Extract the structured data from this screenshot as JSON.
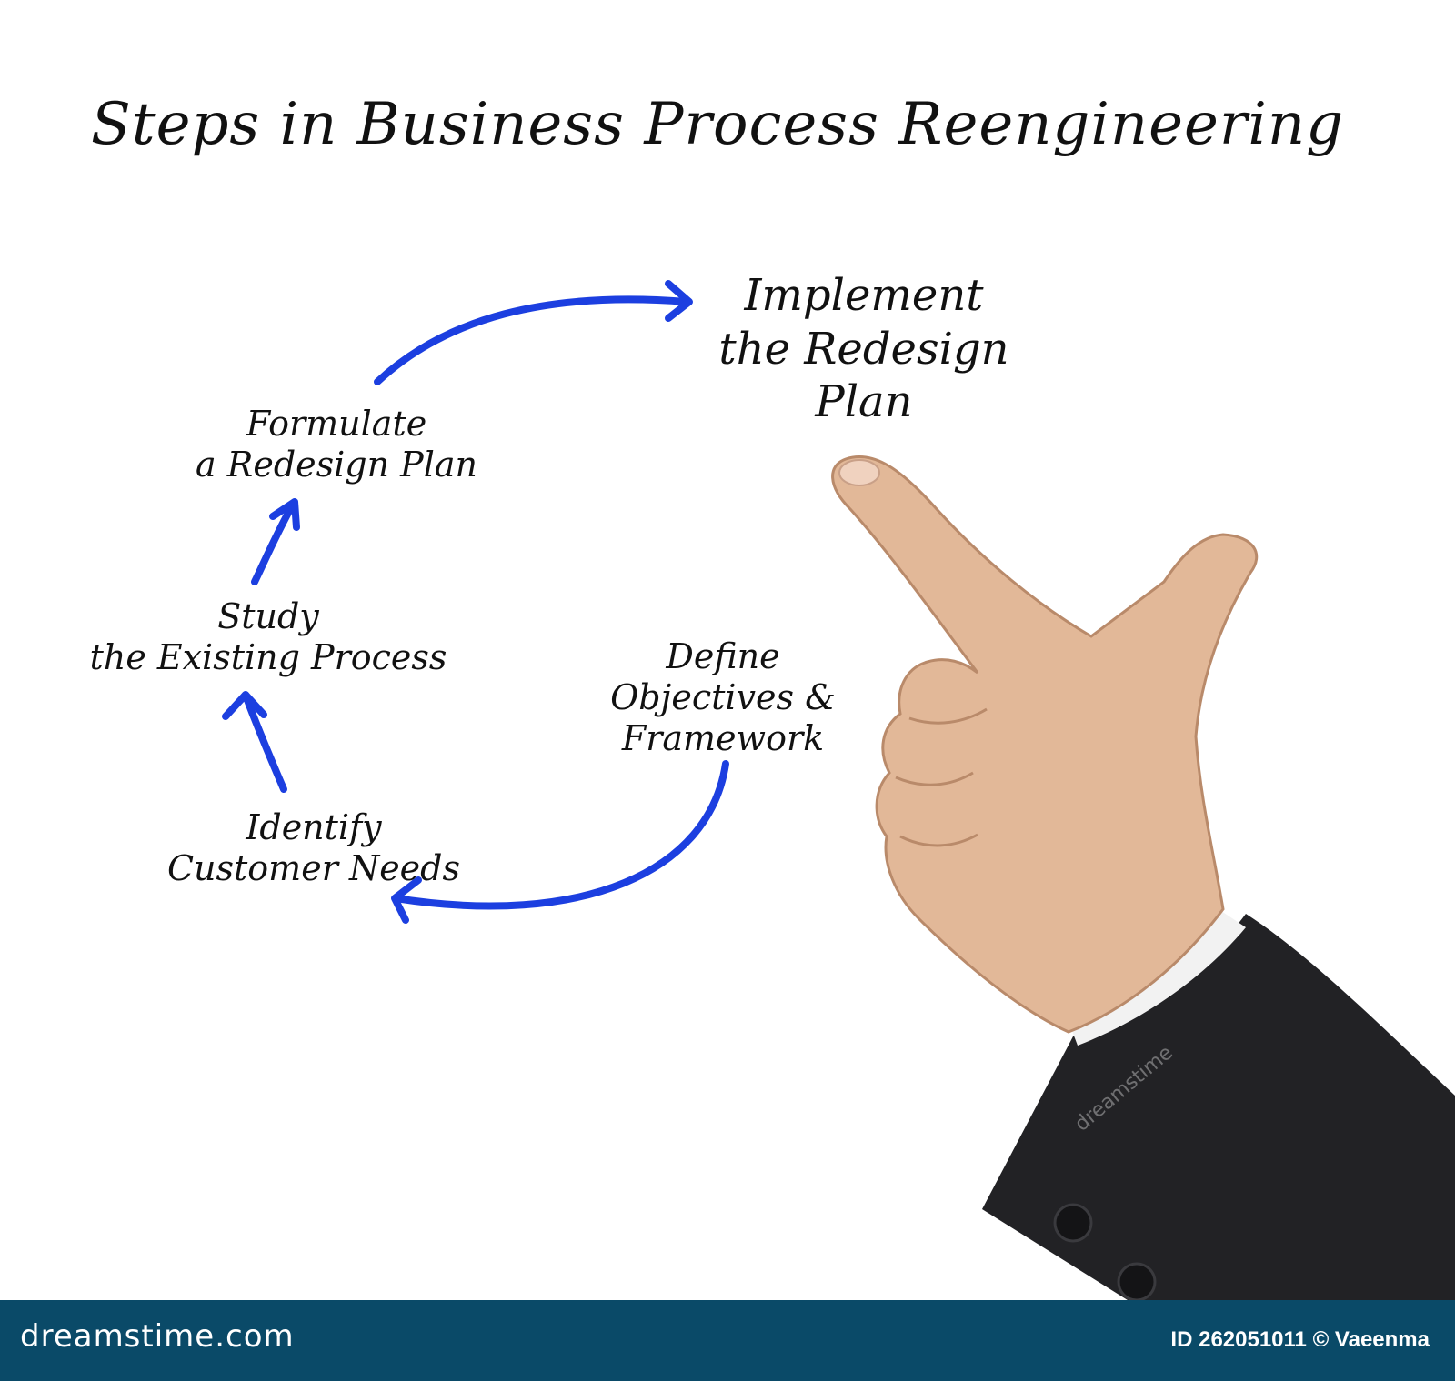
{
  "title": "Steps in Business Process Reengineering",
  "steps": {
    "implement": [
      "Implement",
      "the Redesign",
      "Plan"
    ],
    "formulate": [
      "Formulate",
      "a Redesign Plan"
    ],
    "study": [
      "Study",
      "the Existing Process"
    ],
    "define": [
      "Define",
      "Objectives &",
      "Framework"
    ],
    "identify": [
      "Identify",
      "Customer Needs"
    ]
  },
  "colors": {
    "arrow": "#1c3fe0",
    "footer": "#0a4a68",
    "suit": "#222225",
    "skin": "#e2b898"
  },
  "watermark": "dreamstime",
  "footer": {
    "brand": "dreamstime.com",
    "id_text": "ID 262051011 © Vaeenma"
  }
}
